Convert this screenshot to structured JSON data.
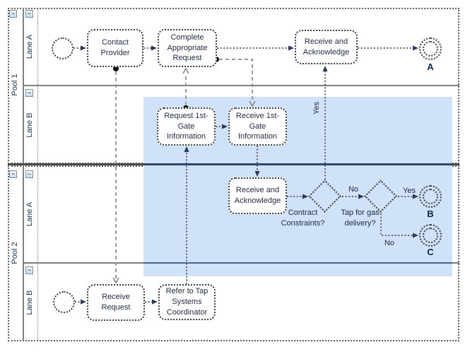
{
  "diagram": {
    "pools": [
      {
        "label": "Pool 1",
        "lanes": [
          {
            "label": "Lane A"
          },
          {
            "label": "Lane B"
          }
        ]
      },
      {
        "label": "Pool 2",
        "lanes": [
          {
            "label": "Lane A"
          },
          {
            "label": "Lane B"
          }
        ]
      }
    ],
    "tasks": {
      "contact_provider": "Contact Provider",
      "complete_request": "Complete Appropriate Request",
      "receive_ack_p1": "Receive and Acknowledge",
      "request_gate": "Request 1st-Gate Information",
      "receive_gate": "Receive 1st-Gate Information",
      "receive_ack_p2": "Receive and Acknowledge",
      "receive_request": "Receive Request",
      "refer_tap": "Refer to Tap Systems Coordinator"
    },
    "gateways": {
      "gateway1": "Contract Constraints?",
      "gateway2": "Tap for gas delivery?"
    },
    "events": {
      "end_a": "A",
      "end_b": "B",
      "end_c": "C"
    },
    "flow_labels": {
      "gateway1_yes": "Yes",
      "gateway1_no": "No",
      "gateway2_yes": "Yes",
      "gateway2_no": "No"
    },
    "icons": {
      "collapse_glyph": "−"
    },
    "colors": {
      "highlight": "#cfe2fa",
      "sequence_flow": "#434c63",
      "message_flow": "#8f8f8f",
      "lane_line": "#808080",
      "pool_divider": "#4a4a4a"
    }
  }
}
